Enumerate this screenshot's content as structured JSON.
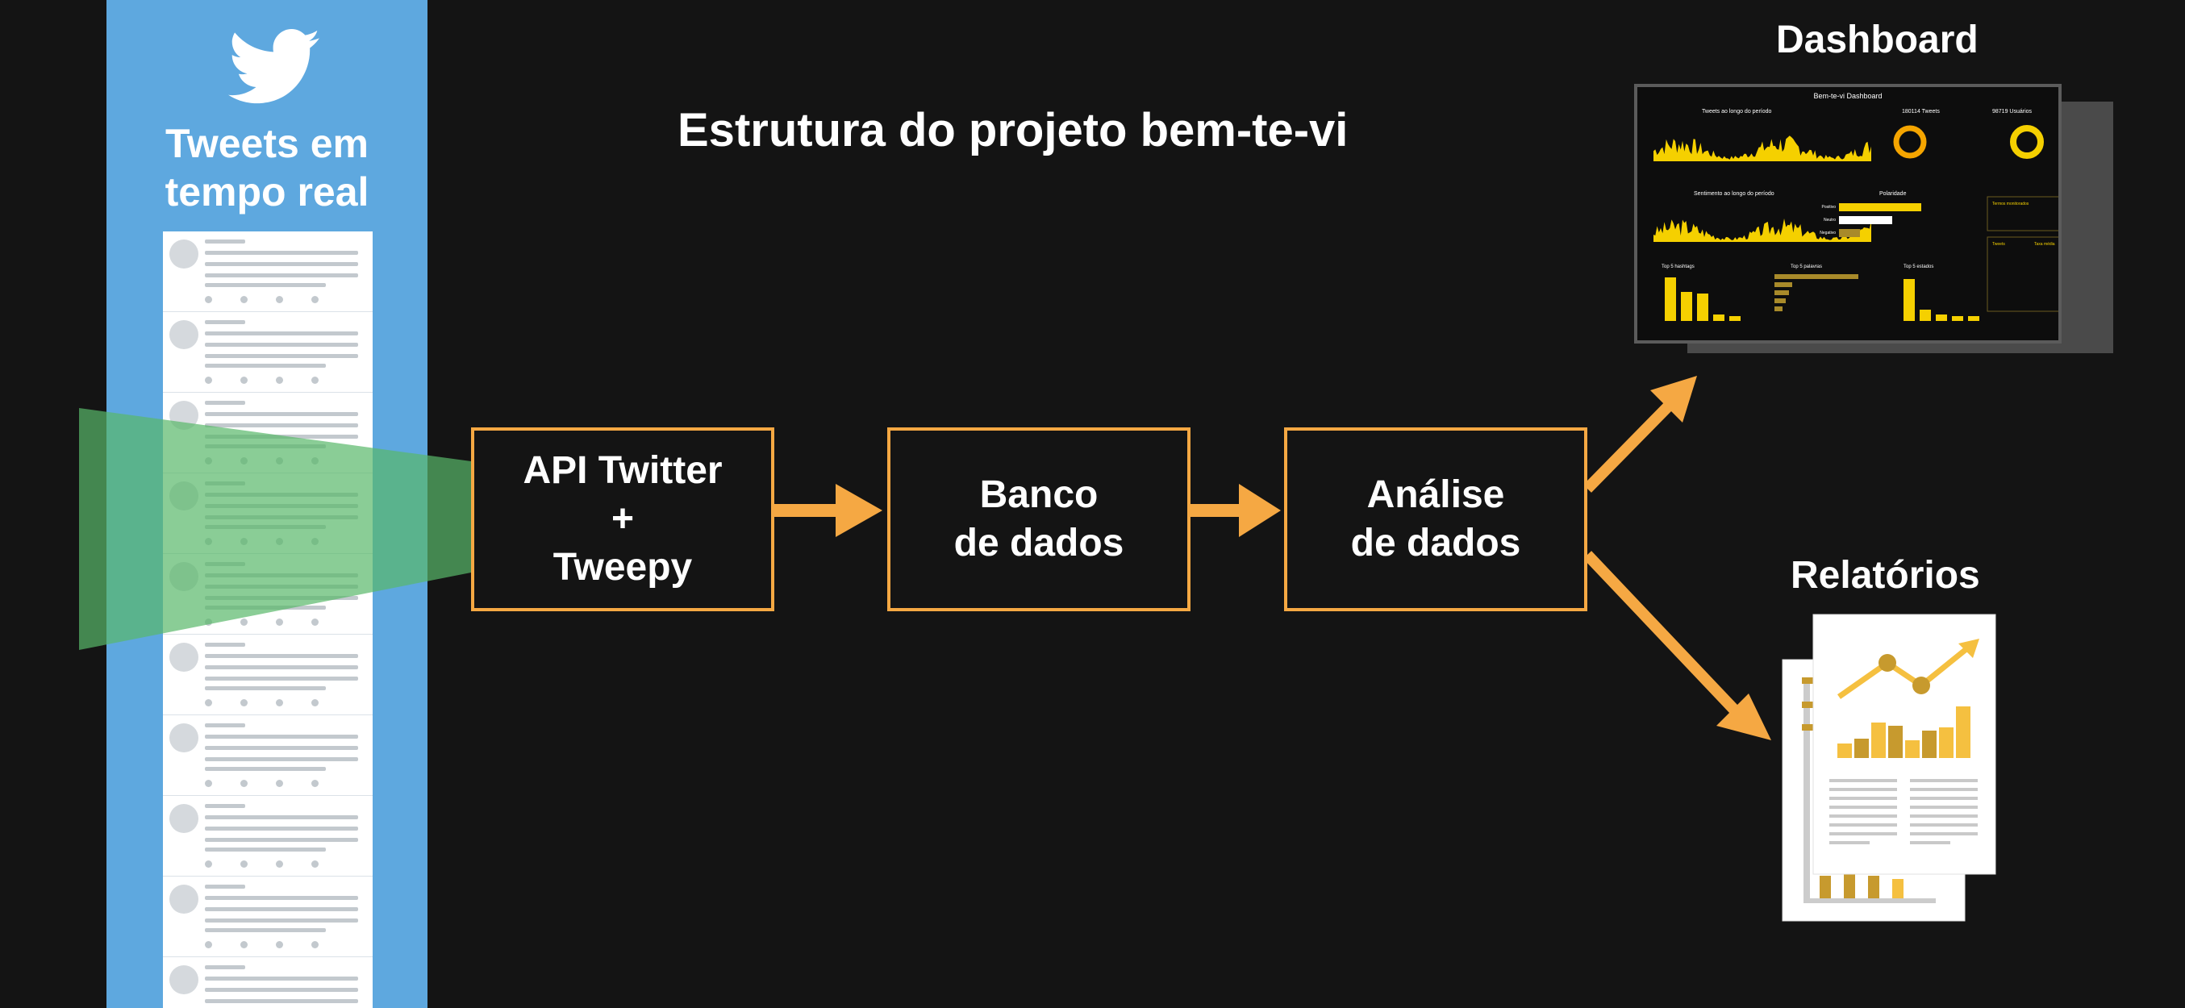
{
  "title": "Estrutura do projeto bem-te-vi",
  "feed": {
    "title_line1": "Tweets em",
    "title_line2": "tempo real",
    "icon": "twitter-bird-icon",
    "tweet_count": 10
  },
  "nodes": {
    "api": {
      "line1": "API Twitter",
      "line2": "+",
      "line3": "Tweepy"
    },
    "database": {
      "line1": "Banco",
      "line2": "de dados"
    },
    "analysis": {
      "line1": "Análise",
      "line2": "de dados"
    }
  },
  "outputs": {
    "dashboard": "Dashboard",
    "reports": "Relatórios"
  },
  "dashboard_preview": {
    "title": "Bem-te-vi Dashboard",
    "panel_tweets_time": "Tweets ao longo do período",
    "panel_tweets_count": "180114  Tweets",
    "panel_users": "98719  Usuários",
    "panel_sentiment": "Sentimento ao longo do período",
    "panel_polarity": "Polaridade",
    "polarity_labels": [
      "Positivo",
      "Neutro",
      "Negativo"
    ],
    "panel_hashtags": "Top 5 hashtags",
    "panel_words": "Top 5 palavras",
    "panel_states": "Top 5 estados",
    "panel_terms": "Termos monitorados",
    "panel_stats": [
      "Tweets",
      "Taxa média"
    ]
  },
  "colors": {
    "accent": "#f5a843",
    "twitter_blue": "#5ea8df",
    "background": "#141414",
    "beam_green": "#58b869",
    "chart_yellow": "#f5d000"
  }
}
